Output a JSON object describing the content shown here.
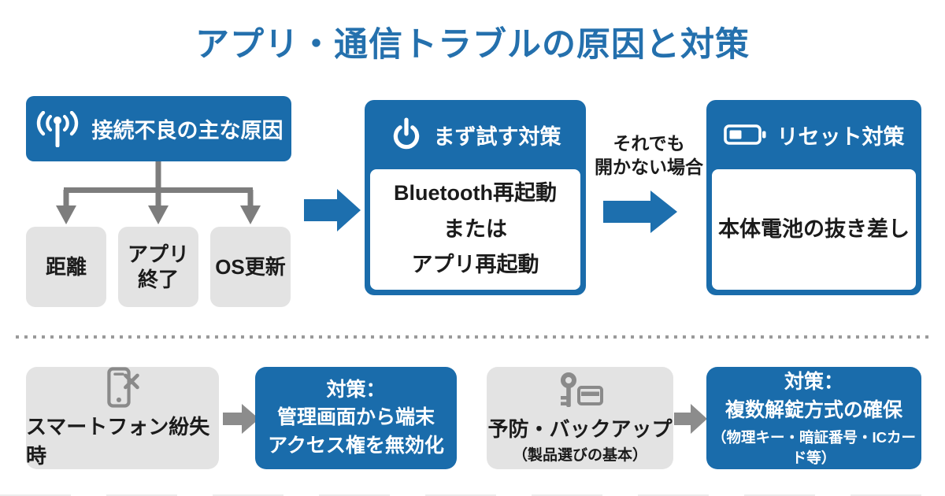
{
  "title": "アプリ・通信トラブルの原因と対策",
  "colors": {
    "box_blue": "#1a6cab",
    "title_blue": "#2470ad",
    "gray_box": "#e3e3e3",
    "connector_gray": "#7d7d7d",
    "arrow_gray": "#8c8c8c",
    "text_dark": "#1b1b1b"
  },
  "top_flow": {
    "causes": {
      "icon": "antenna-icon",
      "header": "接続不良の主な原因",
      "items": [
        "距離",
        "アプリ\n終了",
        "OS更新"
      ]
    },
    "first_try": {
      "icon": "power-icon",
      "header": "まず試す対策",
      "body": "Bluetooth再起動\nまたは\nアプリ再起動"
    },
    "fallback_label": "それでも\n開かない場合",
    "reset": {
      "icon": "battery-icon",
      "header": "リセット対策",
      "body": "本体電池の抜き差し"
    }
  },
  "bottom_flow": {
    "lost_phone": {
      "icon": "phone-x-icon",
      "trigger": "スマートフォン紛失時",
      "action": "対策：\n管理画面から端末\nアクセス権を無効化"
    },
    "prevention": {
      "icon": "key-card-icon",
      "trigger": "予防・バックアップ",
      "trigger_sub": "（製品選びの基本）",
      "action": "対策：\n複数解錠方式の確保",
      "action_sub": "（物理キー・暗証番号・ICカード等）"
    }
  }
}
